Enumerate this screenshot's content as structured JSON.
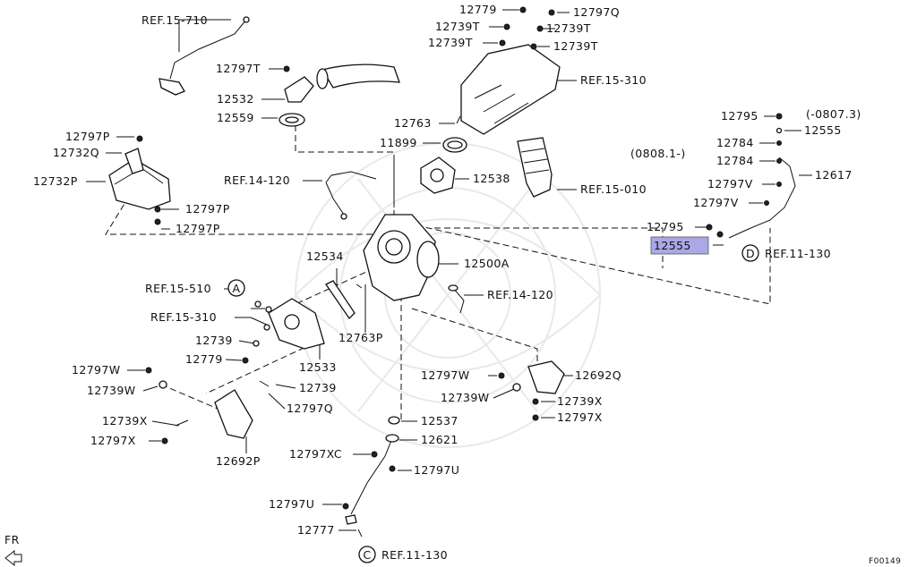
{
  "figure_code": "F00149",
  "orientation": "FR",
  "highlighted_part": "12555",
  "labels": {
    "ref_15_710": "REF.15-710",
    "p12779": "12779",
    "p12797Q_top": "12797Q",
    "p12739T_a": "12739T",
    "p12739T_b": "12739T",
    "p12739T_c": "12739T",
    "p12739T_d": "12739T",
    "p12797T": "12797T",
    "p12532": "12532",
    "p12559": "12559",
    "ref_15_310_top": "REF.15-310",
    "p12763": "12763",
    "p11899": "11899",
    "p12795_top": "12795",
    "date_until": "(-0807.3)",
    "p12555_top": "12555",
    "date_from": "(0808.1-)",
    "p12784_a": "12784",
    "p12784_b": "12784",
    "p12617": "12617",
    "p12797P_top": "12797P",
    "p12732Q": "12732Q",
    "p12732P": "12732P",
    "ref_14_120_top": "REF.14-120",
    "p12538": "12538",
    "ref_15_010": "REF.15-010",
    "p12797V_a": "12797V",
    "p12797V_b": "12797V",
    "p12797P_a": "12797P",
    "p12797P_b": "12797P",
    "p12795_mid": "12795",
    "p12555_mid": "12555",
    "ref_11_130_right": "REF.11-130",
    "p12534": "12534",
    "p12500A": "12500A",
    "ref_15_510": "REF.15-510",
    "ref_14_120_mid": "REF.14-120",
    "ref_15_310_left": "REF.15-310",
    "p12739_a": "12739",
    "p12763P": "12763P",
    "p12779_left": "12779",
    "p12533": "12533",
    "p12797W_left": "12797W",
    "p12692Q": "12692Q",
    "p12739W_left": "12739W",
    "p12739_b": "12739",
    "p12797W_right": "12797W",
    "p12739W_right": "12739W",
    "p12739X_right": "12739X",
    "p12797Q_mid": "12797Q",
    "p12797X_right": "12797X",
    "p12739X_left": "12739X",
    "p12537": "12537",
    "p12797X_left": "12797X",
    "p12621": "12621",
    "p12692P": "12692P",
    "p12797XC": "12797XC",
    "p12797U_a": "12797U",
    "p12797U_b": "12797U",
    "p12777": "12777",
    "ref_11_130_bottom": "REF.11-130",
    "callout_A": "A",
    "callout_C": "C",
    "callout_D": "D"
  }
}
